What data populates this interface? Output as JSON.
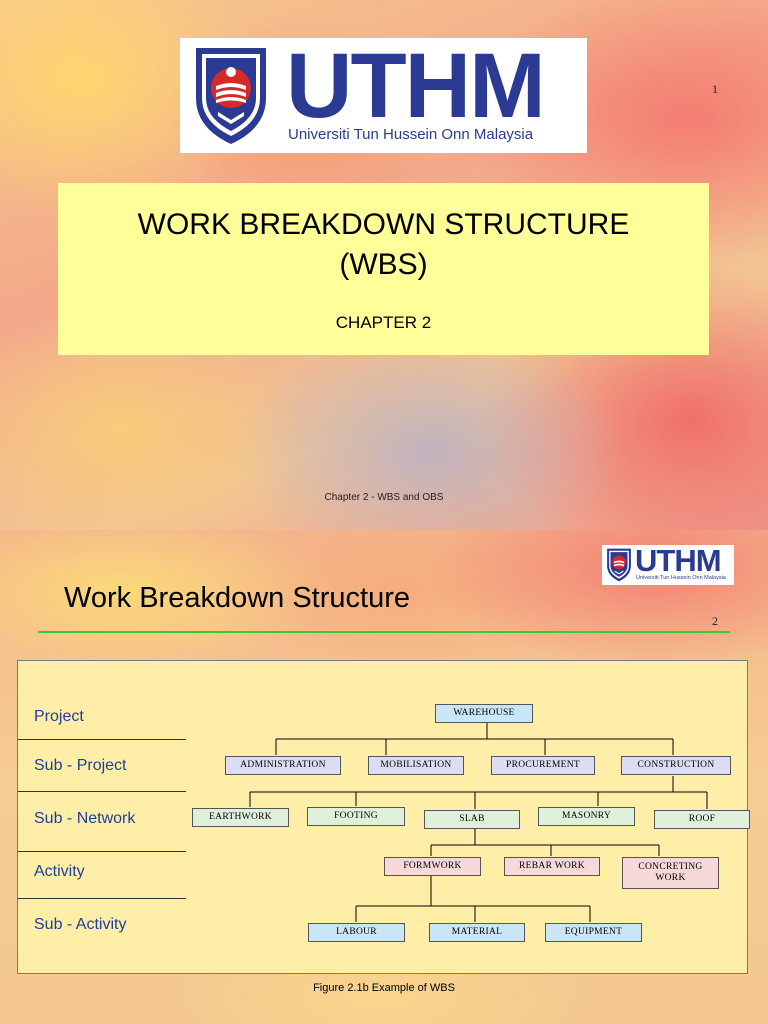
{
  "slide1": {
    "logo": {
      "wordmark": "UTHM",
      "subtitle": "Universiti Tun Hussein Onn Malaysia"
    },
    "page_number": "1",
    "title_line1": "WORK BREAKDOWN STRUCTURE",
    "title_line2": "(WBS)",
    "chapter": "CHAPTER 2",
    "footer": "Chapter 2  -  WBS and OBS"
  },
  "slide2": {
    "logo": {
      "wordmark": "UTHM",
      "subtitle": "Universiti Tun Hussein Onn Malaysia"
    },
    "title": "Work Breakdown Structure",
    "page_number": "2",
    "levels": [
      "Project",
      "Sub -  Project",
      "Sub -  Network",
      "Activity",
      "Sub -  Activity"
    ],
    "nodes": {
      "warehouse": "WAREHOUSE",
      "administration": "ADMINISTRATION",
      "mobilisation": "MOBILISATION",
      "procurement": "PROCUREMENT",
      "construction": "CONSTRUCTION",
      "earthwork": "EARTHWORK",
      "footing": "FOOTING",
      "slab": "SLAB",
      "masonry": "MASONRY",
      "roof": "ROOF",
      "formwork": "FORMWORK",
      "rebar_work": "REBAR WORK",
      "concreting_line1": "CONCRETING",
      "concreting_line2": "WORK",
      "labour": "LABOUR",
      "material": "MATERIAL",
      "equipment": "EQUIPMENT"
    },
    "caption": "Figure 2.1b  Example of WBS"
  },
  "colors": {
    "brand_blue": "#2b3a92",
    "title_box": "#ffff99",
    "diagram_bg": "#ffeea8",
    "rule_green": "#33cc33",
    "level_label": "#1f3f9a"
  }
}
